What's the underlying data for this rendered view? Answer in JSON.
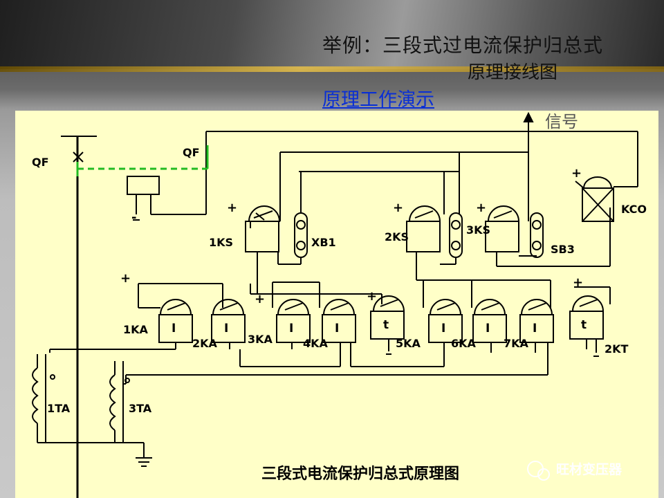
{
  "header": {
    "title_line1": "举例：三段式过电流保护归总式",
    "title_line2": "原理接线图",
    "demo_link": "原理工作演示"
  },
  "diagram": {
    "caption": "三段式电流保护归总式原理图",
    "signal_label": "信号",
    "labels": {
      "qf_left": "QF",
      "qf_right": "QF",
      "ks1": "1KS",
      "xb1": "XB1",
      "ks2": "2KS",
      "ks3": "3KS",
      "sb3": "SB3",
      "kco": "KCO",
      "ka1": "1KA",
      "ka2": "2KA",
      "ka3": "3KA",
      "ka4": "4KA",
      "ka5": "5KA",
      "ka6": "6KA",
      "ka7": "7KA",
      "kt2": "2KT",
      "ta1": "1TA",
      "ta3": "3TA"
    },
    "relay_symbols": [
      "I",
      "I",
      "I",
      "I",
      "t",
      "I",
      "I",
      "I",
      "t"
    ],
    "colors": {
      "background": "#ffffc8",
      "wire": "#000000",
      "breaker_link": "#22bb22",
      "link_text": "#0a2fd4"
    }
  },
  "watermark": {
    "text": "旺材变压器"
  }
}
